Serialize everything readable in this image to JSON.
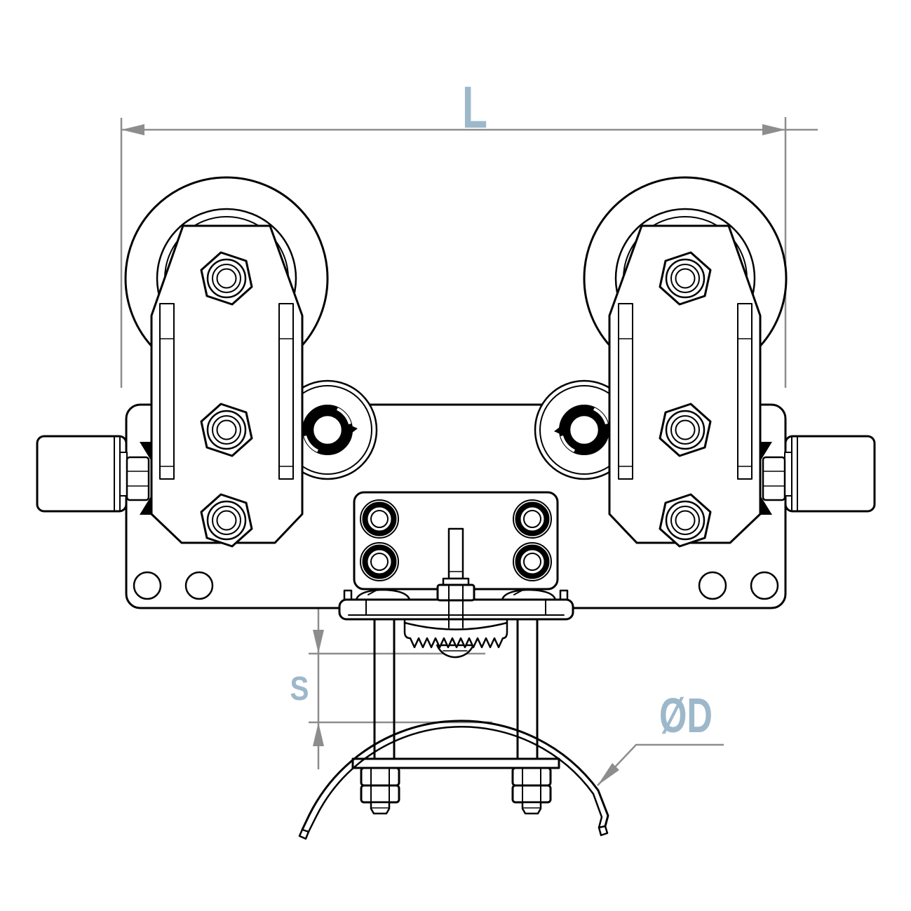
{
  "drawing": {
    "colors": {
      "background": "#ffffff",
      "outline": "#000000",
      "dimension_lines": "#8d8d8d",
      "dimension_labels": "#9db8ca"
    },
    "dimensions": {
      "length": {
        "label": "L"
      },
      "clamp_opening": {
        "label": "S"
      },
      "bar_diameter": {
        "label": "ØD"
      }
    },
    "parts": [
      "left-roller-wheel",
      "right-roller-wheel",
      "left-side-bracket",
      "right-side-bracket",
      "trolley-body-plate",
      "left-axle-boss",
      "right-axle-boss",
      "left-flanged-bearing",
      "right-flanged-bearing",
      "clamp-bracket",
      "suspension-pin",
      "serrated-adjuster",
      "clamp-crossbar",
      "mounting-plate",
      "u-bolt-left",
      "u-bolt-right",
      "clamped-bar-arc"
    ]
  }
}
